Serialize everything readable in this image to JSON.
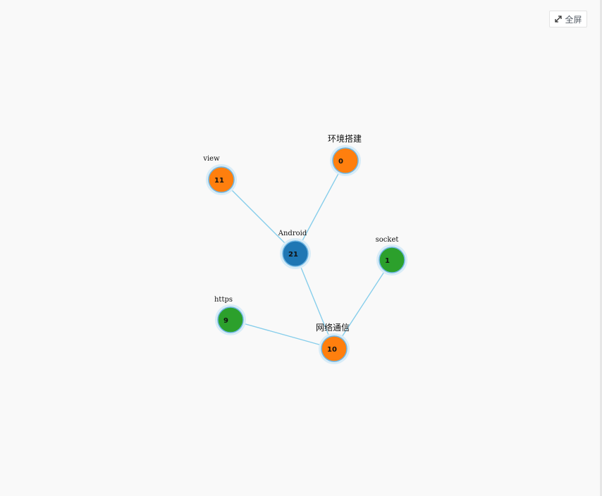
{
  "toolbar": {
    "fullscreen_label": "全屏",
    "fullscreen_icon": "expand-arrows-icon"
  },
  "colors": {
    "background": "#f9f9f9",
    "edge": "#87ceeb",
    "halo": "#d8ecf7",
    "node_stroke": "#6fb6e3",
    "hub": "#1f77b4",
    "orange": "#ff7f0e",
    "green": "#2ca02c"
  },
  "graph": {
    "nodes": [
      {
        "id": "android",
        "label": "Android",
        "count": "21",
        "color": "#1f77b4"
      },
      {
        "id": "env",
        "label": "环境搭建",
        "count": "0",
        "color": "#ff7f0e"
      },
      {
        "id": "view",
        "label": "view",
        "count": "11",
        "color": "#ff7f0e"
      },
      {
        "id": "network",
        "label": "网络通信",
        "count": "10",
        "color": "#ff7f0e"
      },
      {
        "id": "socket",
        "label": "socket",
        "count": "1",
        "color": "#2ca02c"
      },
      {
        "id": "https",
        "label": "https",
        "count": "9",
        "color": "#2ca02c"
      }
    ],
    "edges": [
      {
        "source": "android",
        "target": "env"
      },
      {
        "source": "android",
        "target": "view"
      },
      {
        "source": "android",
        "target": "network"
      },
      {
        "source": "network",
        "target": "socket"
      },
      {
        "source": "network",
        "target": "https"
      }
    ]
  }
}
